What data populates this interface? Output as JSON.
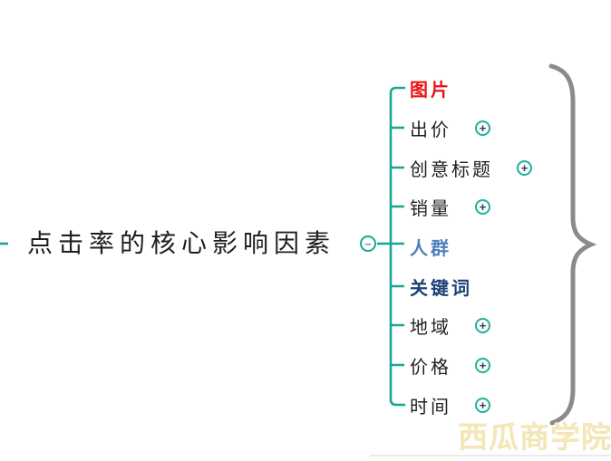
{
  "root": {
    "label": "点击率的核心影响因素"
  },
  "icons": {
    "collapse_glyph": "−",
    "expand_glyph": "+",
    "collapse_name": "minus-circle",
    "expand_name": "plus-circle"
  },
  "branches": [
    {
      "label": "图片",
      "style": "red-bold",
      "has_expand": false
    },
    {
      "label": "出价",
      "style": "normal",
      "has_expand": true
    },
    {
      "label": "创意标题",
      "style": "normal",
      "has_expand": true
    },
    {
      "label": "销量",
      "style": "normal",
      "has_expand": true
    },
    {
      "label": "人群",
      "style": "blue-bold",
      "has_expand": false
    },
    {
      "label": "关键词",
      "style": "navy-bold",
      "has_expand": false
    },
    {
      "label": "地域",
      "style": "normal",
      "has_expand": true
    },
    {
      "label": "价格",
      "style": "normal",
      "has_expand": true
    },
    {
      "label": "时间",
      "style": "normal",
      "has_expand": true
    }
  ],
  "watermark": "西瓜商学院",
  "colors": {
    "connector_teal": "#19a695",
    "brace_gray": "#8b8b8b",
    "text_black": "#1f1f1f",
    "branch_red": "#ee1111",
    "branch_blue": "#4f7dbd",
    "branch_navy": "#1f4176",
    "expand_glyph_navy": "#2b3c5e",
    "collapse_glyph_gray_blue": "#7d8fa9",
    "watermark_gold": "#f4e6b6"
  }
}
